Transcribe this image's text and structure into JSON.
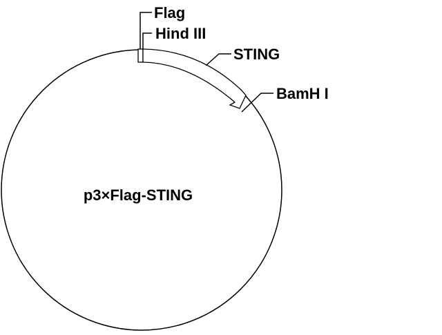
{
  "plasmid": {
    "name": "p3×Flag-STING",
    "features": {
      "flag": "Flag",
      "hind": "Hind III",
      "sting": "STING",
      "bamh": "BamH I"
    }
  },
  "colors": {
    "stroke": "#000000",
    "background": "#ffffff"
  }
}
